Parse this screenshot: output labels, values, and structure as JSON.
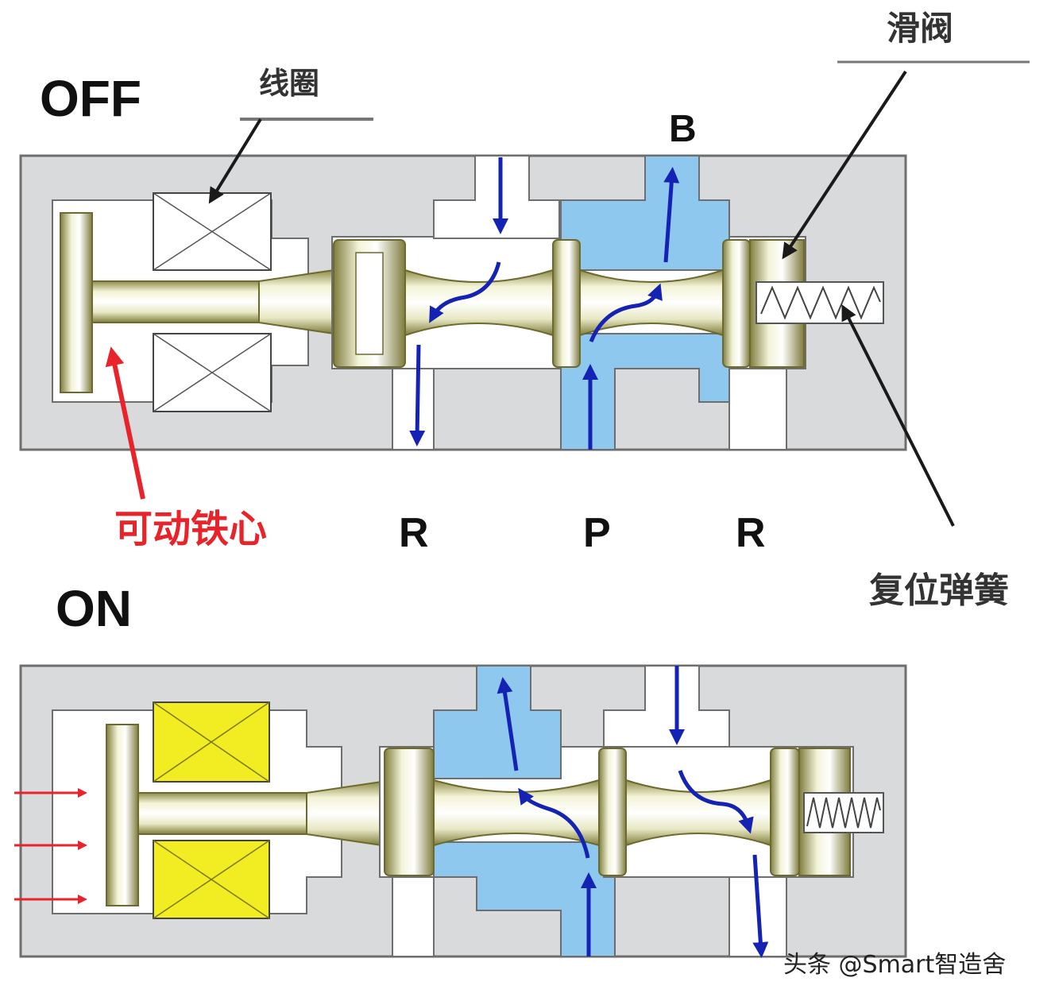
{
  "colors": {
    "body": "#d9dadc",
    "body_stroke": "#6e6e6e",
    "channel": "#ffffff",
    "flow": "#8ec8ee",
    "spool": "#ecedd0",
    "spool_dark": "#7d7a3a",
    "coil_off": "#ffffff",
    "coil_on": "#f2ec22",
    "blue_arrow": "#1523b4",
    "red": "#e8232a",
    "ink": "#1a1a1a"
  },
  "off": {
    "state": "OFF",
    "coil_label": "线圈",
    "spool_label": "滑阀",
    "core_label": "可动铁心",
    "spring_label": "复位弹簧",
    "port_top": "B",
    "ports_bottom": [
      "R",
      "P",
      "R"
    ]
  },
  "on": {
    "state": "ON"
  },
  "watermark": "头条 @Smart智造舍",
  "icons": [
    "coil-icon",
    "spring-icon",
    "flow-arrow-icon",
    "force-arrow-icon"
  ]
}
